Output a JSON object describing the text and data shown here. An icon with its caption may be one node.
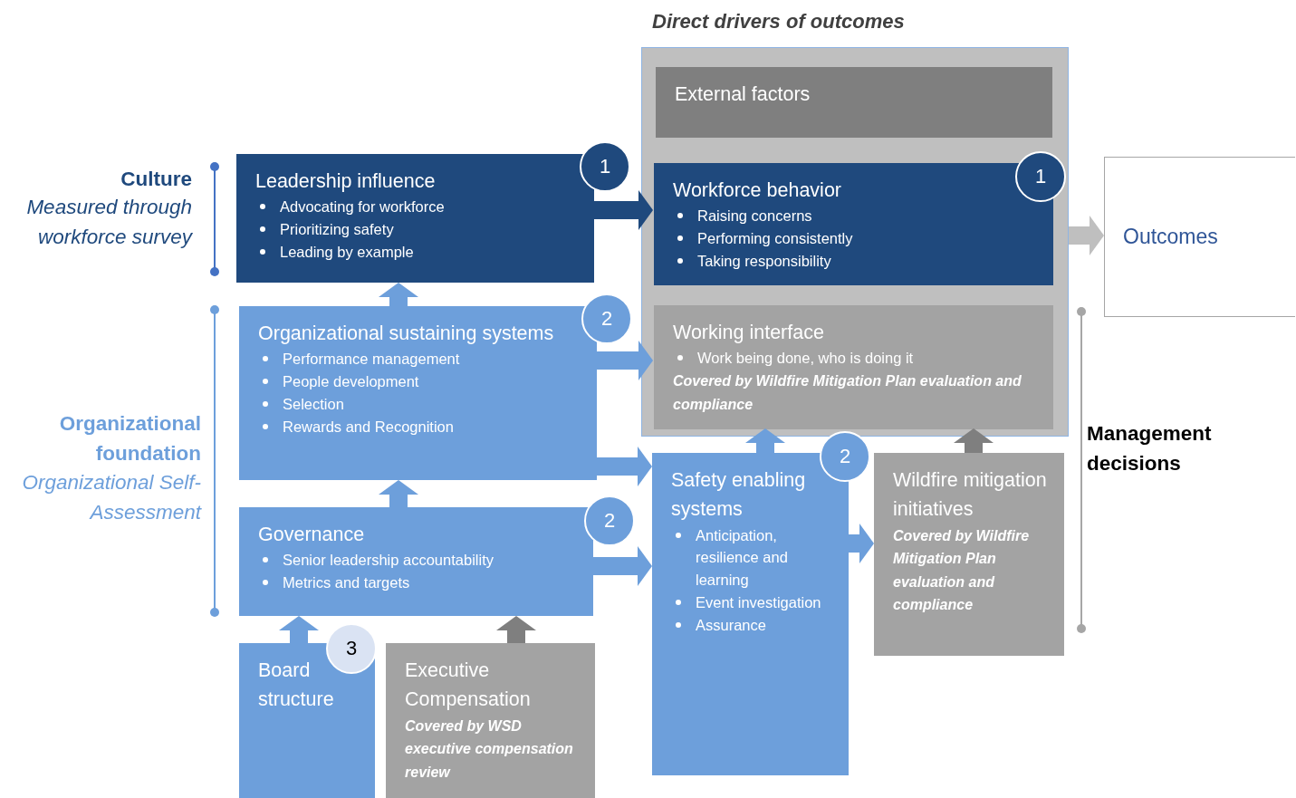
{
  "diagram": {
    "nodes": [
      {
        "text": [
          "Direct drivers of outcomes"
        ]
      },
      {
        "text": [
          "External factors"
        ],
        "in": 0
      },
      {
        "text": [
          "Workforce behavior",
          "Raising concerns",
          "Performing consistently",
          "Taking responsibility"
        ],
        "in": 0
      },
      {
        "text": [
          "Working interface",
          "Work being done, who is doing it",
          "Covered by Wildfire Mitigation Plan evaluation and compliance"
        ],
        "in": 0
      },
      {
        "text": [
          "Outcomes"
        ]
      },
      {
        "text": [
          "Leadership influence",
          "Advocating for workforce",
          "Prioritizing safety",
          "Leading by example"
        ]
      },
      {
        "text": [
          "Organizational sustaining systems",
          "Performance management",
          "People development",
          "Selection",
          "Rewards and Recognition"
        ]
      },
      {
        "text": [
          "Governance",
          "Senior leadership accountability",
          "Metrics and targets"
        ]
      },
      {
        "text": [
          "Board structure"
        ]
      },
      {
        "text": [
          "Executive Compensation",
          "Covered by WSD executive compensation review"
        ]
      },
      {
        "text": [
          "Safety enabling systems",
          "Anticipation, resilience and learning",
          "Event investigation",
          "Assurance"
        ]
      },
      {
        "text": [
          "Wildfire mitigation initiatives",
          "Covered by Wildfire Mitigation Plan evaluation and compliance"
        ]
      },
      {
        "text": [
          "1"
        ]
      },
      {
        "text": [
          "1"
        ],
        "in": 0
      },
      {
        "text": [
          "2"
        ]
      },
      {
        "text": [
          "2"
        ]
      },
      {
        "text": [
          "2"
        ]
      },
      {
        "text": [
          "3"
        ]
      }
    ],
    "edges": [
      {
        "from": 5,
        "to": 2,
        "arrow": "to",
        "color": "#1f497d"
      },
      {
        "from": 6,
        "to": 5,
        "arrow": "to"
      },
      {
        "from": 6,
        "to": 3,
        "arrow": "to"
      },
      {
        "from": 6,
        "to": 10,
        "arrow": "to"
      },
      {
        "from": 7,
        "to": 6,
        "arrow": "to"
      },
      {
        "from": 7,
        "to": 10,
        "arrow": "to"
      },
      {
        "from": 8,
        "to": 7,
        "arrow": "to"
      },
      {
        "from": 9,
        "to": 7,
        "arrow": "to",
        "color": "#7f7f7f"
      },
      {
        "from": 10,
        "to": 3,
        "arrow": "to"
      },
      {
        "from": 10,
        "to": 11,
        "arrow": "to"
      },
      {
        "from": 11,
        "to": 3,
        "arrow": "to",
        "color": "#7f7f7f"
      },
      {
        "from": 0,
        "to": 4,
        "arrow": "to",
        "color": "#bfbfbf"
      }
    ],
    "labels": [
      "Culture",
      "Measured through workforce survey",
      "Organizational foundation",
      "Organizational Self-Assessment",
      "Management decisions"
    ]
  }
}
